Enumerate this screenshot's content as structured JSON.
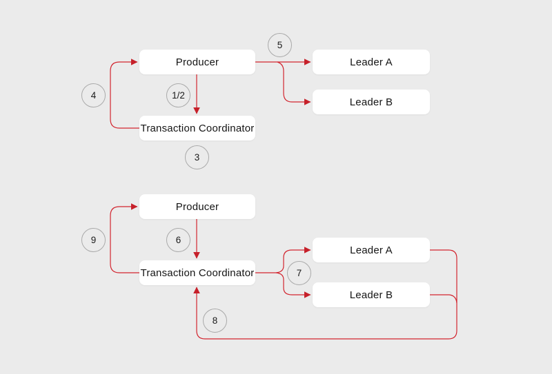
{
  "colors": {
    "background": "#ebebeb",
    "node_background": "#ffffff",
    "line_red": "#d2242e",
    "arrowhead_red": "#c6202a",
    "circle_border": "#a9a9a9",
    "text": "#141414"
  },
  "top_flow": {
    "producer": "Producer",
    "coordinator": "Transaction Coordinator",
    "leader_a": "Leader A",
    "leader_b": "Leader B",
    "steps": {
      "s12": "1/2",
      "s3": "3",
      "s4": "4",
      "s5": "5"
    }
  },
  "bottom_flow": {
    "producer": "Producer",
    "coordinator": "Transaction Coordinator",
    "leader_a": "Leader A",
    "leader_b": "Leader B",
    "steps": {
      "s6": "6",
      "s7": "7",
      "s8": "8",
      "s9": "9"
    }
  }
}
